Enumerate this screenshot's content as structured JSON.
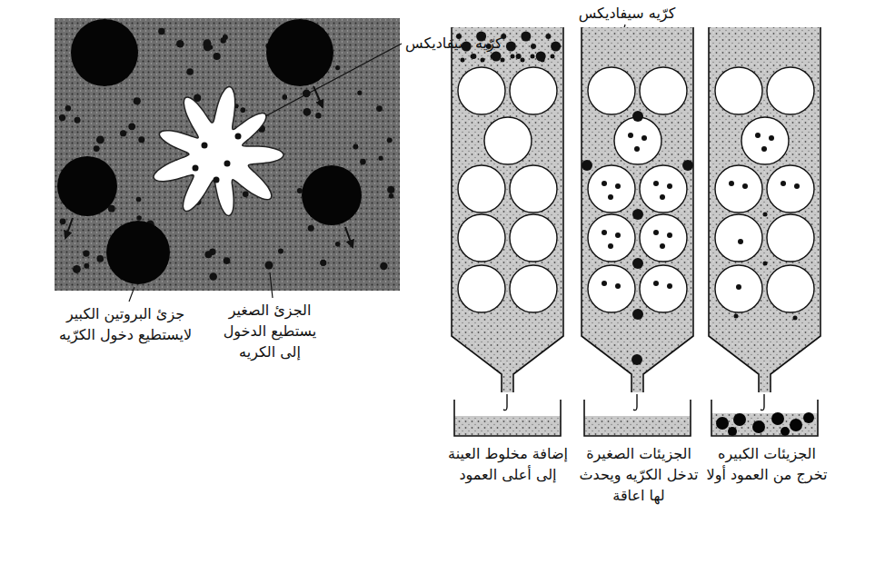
{
  "diagram": {
    "labels": [
      "كرّيه سيفاديكس",
      "كرّيه سيفاديكس",
      "جزئ البروتين الكبير لايستطيع دخول الكرّيه",
      "الجزئ الصغير يستطيع الدخول إلى الكريه",
      "إضافة مخلوط العينة إلى أعلى العمود",
      "الجزيئات الصغيرة تدخل الكرّيه ويحدث لها اعاقة",
      "الجزيئات الكبيره تخرج من العمود أولا"
    ]
  }
}
